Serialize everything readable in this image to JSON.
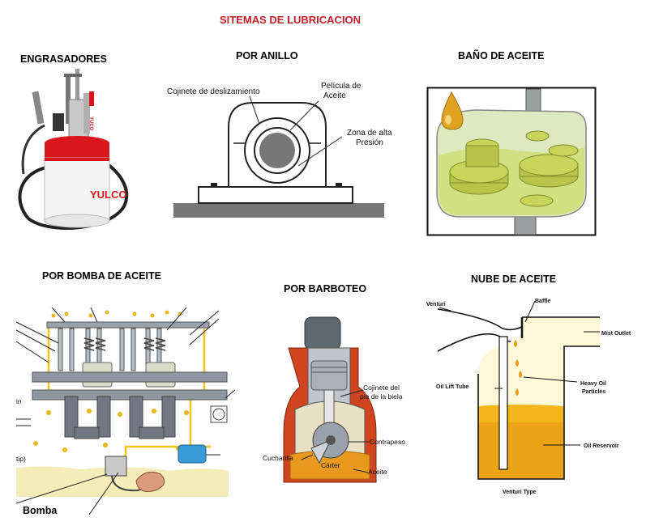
{
  "page": {
    "title": "SITEMAS DE LUBRICACION"
  },
  "panels": {
    "engrasadores": {
      "heading": "ENGRASADORES",
      "brand": "YULCO",
      "brand_small": "YUCO"
    },
    "anillo": {
      "heading": "POR ANILLO",
      "labels": {
        "cojinete": "Cojinete de deslizamiento",
        "pelicula_1": "Película de",
        "pelicula_2": "Aceite",
        "zona_1": "Zona de alta",
        "zona_2": "Presión"
      }
    },
    "bano": {
      "heading": "BAÑO DE ACEITE"
    },
    "bomba": {
      "heading": "POR BOMBA DE ACEITE",
      "labels": {
        "bomba": "Bomba",
        "in": "in",
        "tip": "tip)"
      }
    },
    "barboteo": {
      "heading": "POR BARBOTEO",
      "labels": {
        "cojinete_1": "Cojinete del",
        "cojinete_2": "pie de la biela",
        "contrapeso": "Contrapeso",
        "cucharilla": "Cucharilla",
        "carter": "Cárter",
        "aceite": "Aceite"
      }
    },
    "nube": {
      "heading": "NUBE DE ACEITE",
      "labels": {
        "venturi": "Venturi",
        "baffle": "Baffle",
        "mist_outlet": "Mist Outlet",
        "oil_lift_tube": "Oil Lift Tube",
        "heavy_oil_1": "Heavy Oil",
        "heavy_oil_2": "Particles",
        "oil_reservoir": "Oil Reservoir",
        "venturi_type": "Venturi Type"
      }
    }
  },
  "colors": {
    "title_red": "#c0202a",
    "oil_yellow": "#f2b51a",
    "oil_bath_green": "#cfe07a",
    "barboteo_red": "#d0451f",
    "grease_red": "#d8161b"
  }
}
